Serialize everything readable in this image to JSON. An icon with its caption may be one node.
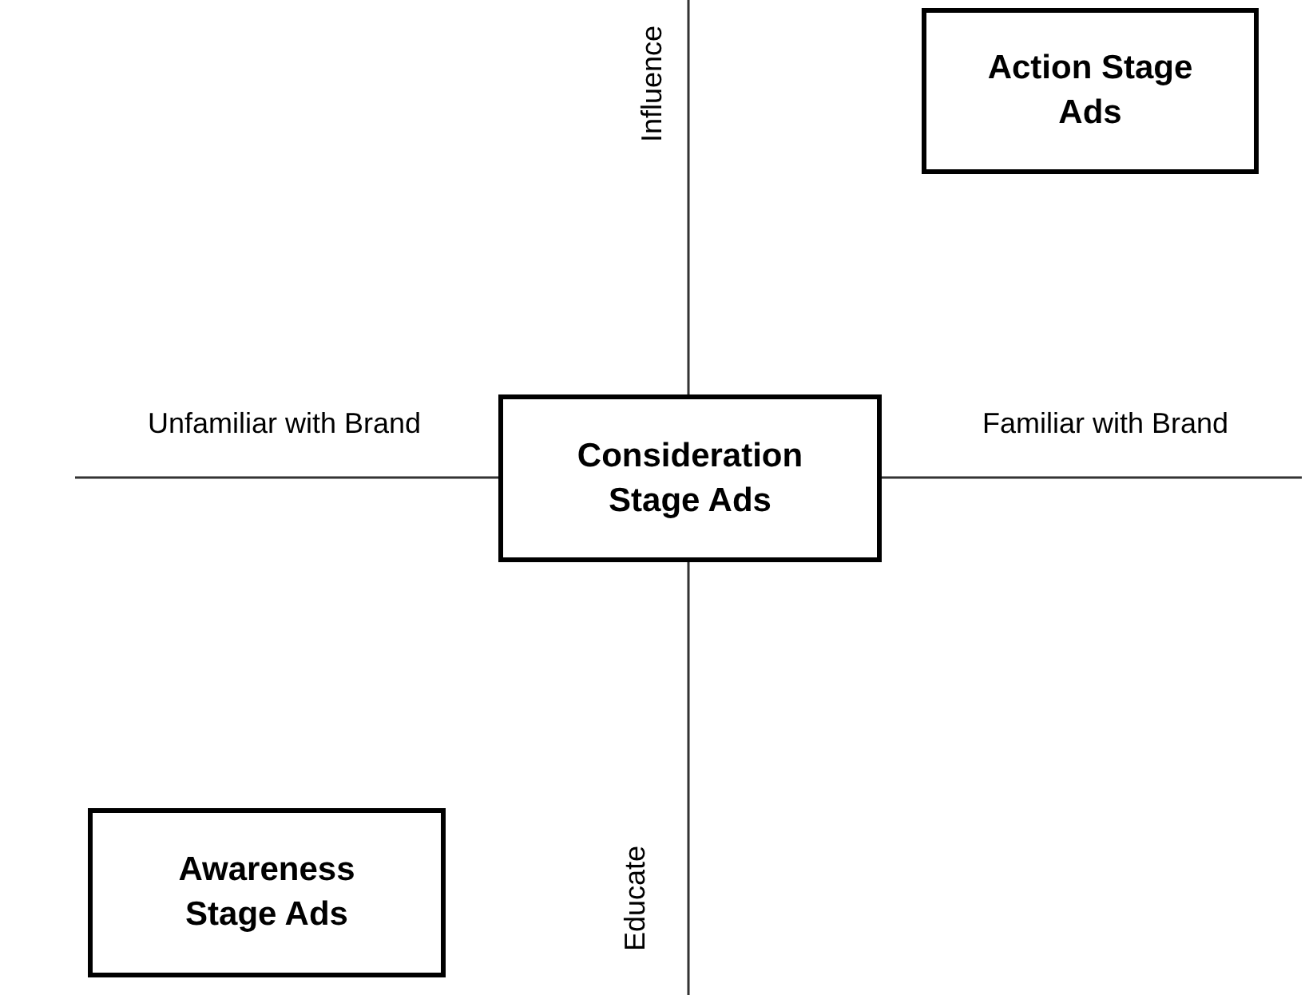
{
  "diagram": {
    "nodes": [
      {
        "text": [
          "Action Stage Ads"
        ]
      },
      {
        "text": [
          "Consideration Stage Ads"
        ]
      },
      {
        "text": [
          "Awareness Stage Ads"
        ]
      }
    ],
    "labels": [
      "Influence",
      "Unfamiliar with Brand",
      "Familiar with Brand",
      "Educate"
    ]
  }
}
